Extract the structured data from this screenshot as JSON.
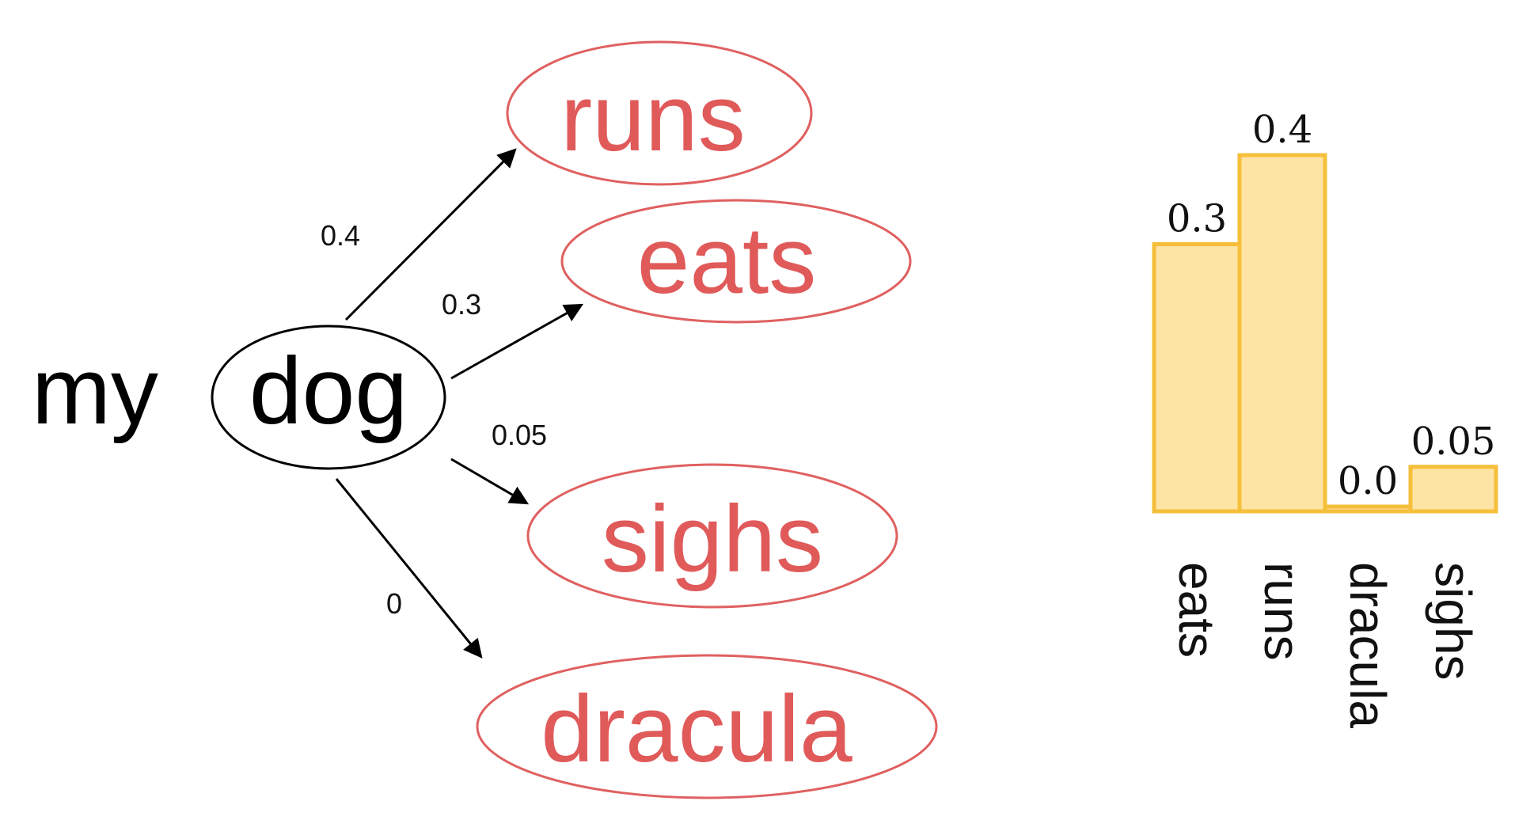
{
  "diagram": {
    "context_word": "my",
    "source_word": "dog",
    "colors": {
      "source_oval": "#000000",
      "target_oval": "#e06060",
      "target_text": "#e05a5a",
      "arrow": "#000000",
      "bar_fill": "#fde3a4",
      "bar_stroke": "#f5bf3a"
    },
    "targets": [
      {
        "word": "runs",
        "prob_label": "0.4"
      },
      {
        "word": "eats",
        "prob_label": "0.3"
      },
      {
        "word": "sighs",
        "prob_label": "0.05"
      },
      {
        "word": "dracula",
        "prob_label": "0"
      }
    ]
  },
  "chart_data": {
    "type": "bar",
    "categories": [
      "eats",
      "runs",
      "dracula",
      "sighs"
    ],
    "values": [
      0.3,
      0.4,
      0.0,
      0.05
    ],
    "value_labels": [
      "0.3",
      "0.4",
      "0.0",
      "0.05"
    ],
    "ylim": [
      0,
      0.4
    ],
    "grid": false,
    "axes_visible": false,
    "title": "",
    "xlabel": "",
    "ylabel": ""
  }
}
